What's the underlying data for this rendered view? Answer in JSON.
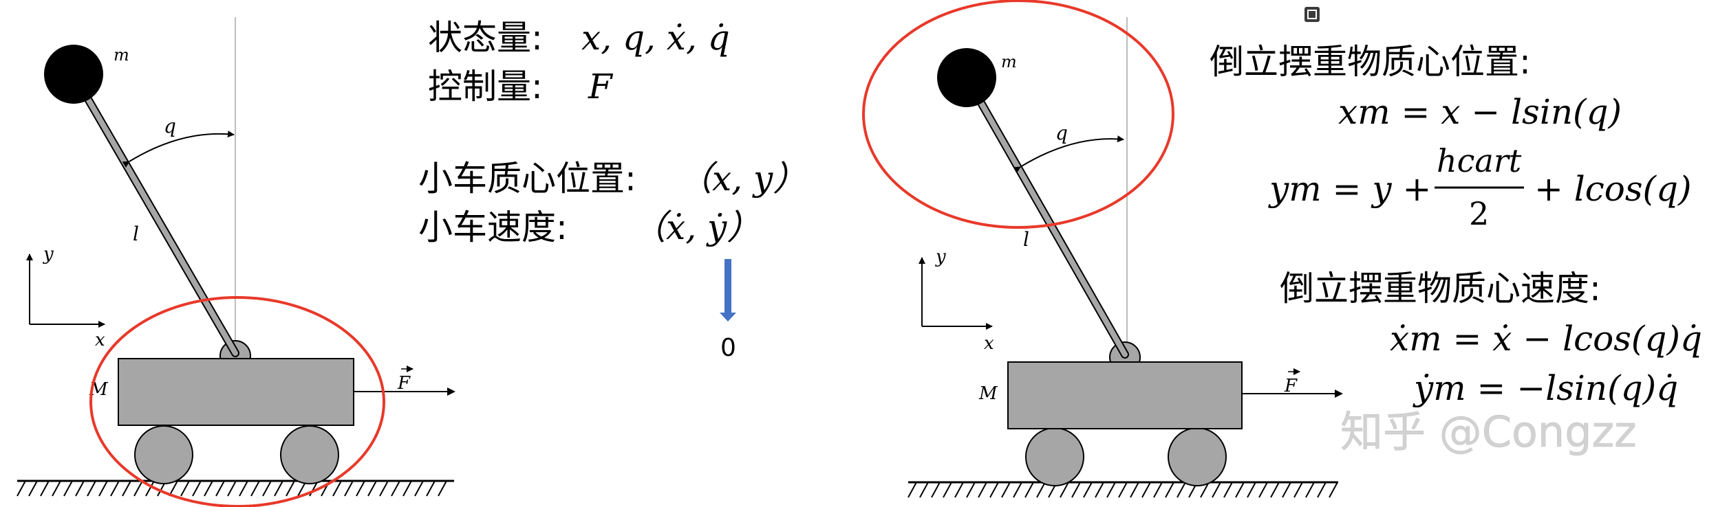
{
  "colors": {
    "ellipse": "#e8392a",
    "arrow_blue": "#4472c4",
    "cart_fill": "#a6a6a6",
    "mass_fill": "#000000",
    "watermark": "#d0d0d0"
  },
  "left_diagram": {
    "mass_label": "m",
    "angle_label": "q",
    "length_label": "l",
    "cart_label": "M",
    "force_label": "F",
    "axis_x_label": "x",
    "axis_y_label": "y"
  },
  "right_diagram": {
    "mass_label": "m",
    "angle_label": "q",
    "length_label": "l",
    "cart_label": "M",
    "force_label": "F",
    "axis_x_label": "x",
    "axis_y_label": "y"
  },
  "text": {
    "state_label": "状态量:",
    "state_vars": "x,  q,  ẋ,  q̇",
    "control_label": "控制量:",
    "control_var": "F",
    "cart_pos_label": "小车质心位置:",
    "cart_pos_var": "（x,  y）",
    "cart_vel_label": "小车速度:",
    "cart_vel_var": "（ẋ,  ẏ）",
    "zero_value": "0",
    "pendulum_pos_title": "倒立摆重物质心位置:",
    "xm_eq": "xm = x − lsin(q)",
    "ym_lhs": "ym = y +",
    "ym_frac_num": "hcart",
    "ym_frac_den": "2",
    "ym_rhs": "+ lcos(q)",
    "pendulum_vel_title": "倒立摆重物质心速度:",
    "xm_dot_eq": "ẋm = ẋ − lcos(q)q̇",
    "ym_dot_eq": "ẏm = −lsin(q)q̇",
    "watermark": "知乎 @Congzz"
  }
}
